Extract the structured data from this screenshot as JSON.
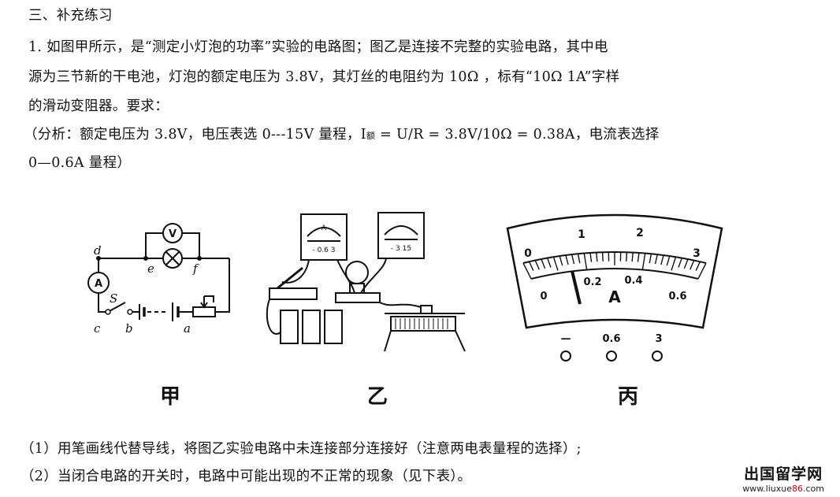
{
  "section_title": "三、补充练习",
  "problem": {
    "line1": "1. 如图甲所示，是“测定小灯泡的功率”实验的电路图；图乙是连接不完整的实验电路，其中电",
    "line2": "源为三节新的干电池，灯泡的额定电压为 3.8V，其灯丝的电阻约为 10Ω ，标有“10Ω 1A”字样",
    "line3": "的滑动变阻器。要求：",
    "analysis_a": "（分析：额定电压为 3.8V，电压表选 0---15V 量程，I",
    "analysis_sub": "额",
    "analysis_b": " = U/R = 3.8V/10Ω  = 0.38A，电流表选择",
    "analysis_line2": "0—0.6A 量程）"
  },
  "figures": {
    "jia": {
      "caption": "甲",
      "labels": {
        "d": "d",
        "e": "e",
        "f": "f",
        "s": "S",
        "c": "c",
        "b": "b",
        "a": "a",
        "ammeter": "A",
        "voltmeter": "V"
      }
    },
    "yi": {
      "caption": "乙",
      "ammeter_symbol": "A",
      "ammeter_terminals": "- 0.6 3",
      "voltmeter_terminals": "- 3 15"
    },
    "bing": {
      "caption": "丙",
      "top_scale": [
        "0",
        "1",
        "2",
        "3"
      ],
      "bottom_scale": [
        "0",
        "0.2",
        "0.4",
        "0.6"
      ],
      "unit": "A",
      "terminals": [
        "—",
        "0.6",
        "3"
      ]
    }
  },
  "questions": {
    "q1": "（1）用笔画线代替导线，将图乙实验电路中未连接部分连接好（注意两电表量程的选择）;",
    "q2": "（2）当闭合电路的开关时，电路中可能出现的不正常的现象（见下表）。"
  },
  "watermark": {
    "cn": "出国留学网",
    "url_a": "www.liuxue",
    "url_b": "86",
    "url_c": ".com"
  }
}
